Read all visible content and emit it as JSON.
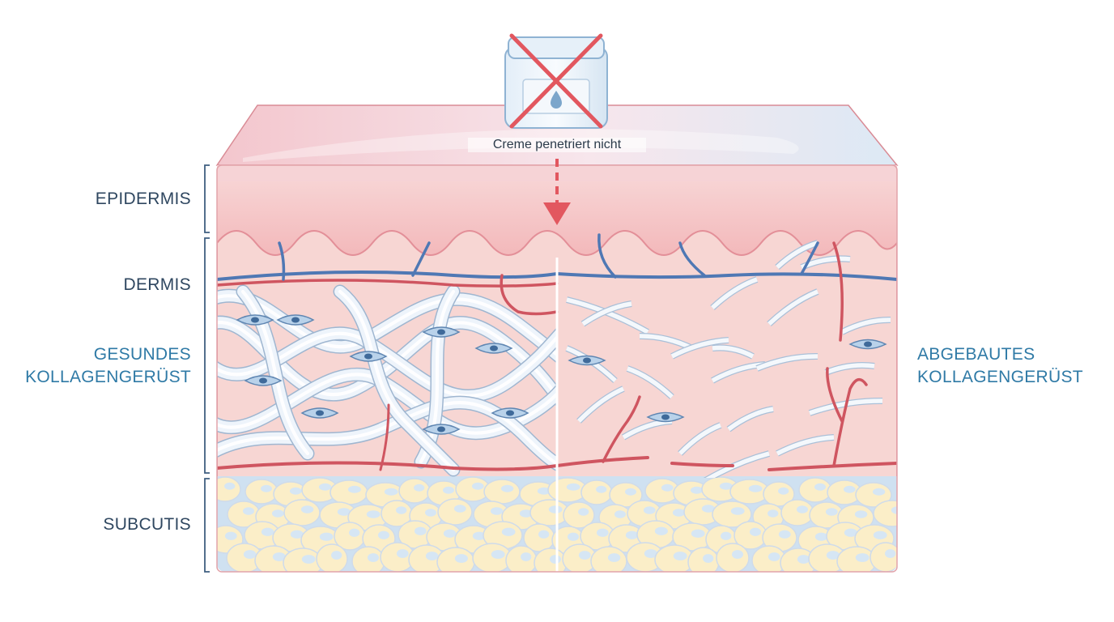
{
  "labels": {
    "epidermis": "EPIDERMIS",
    "dermis": "DERMIS",
    "healthy_line1": "GESUNDES",
    "healthy_line2": "KOLLAGENGERÜST",
    "degraded_line1": "ABGEBAUTES",
    "degraded_line2": "KOLLAGENGERÜST",
    "subcutis": "SUBCUTIS"
  },
  "cream_caption": "Creme penetriert nicht",
  "icons": [
    "cream-jar-icon",
    "cross-out-icon",
    "drop-icon",
    "arrow-down-icon"
  ],
  "colors": {
    "label_dark": "#2f4760",
    "label_teal": "#2f7aa6",
    "epidermis": "#f6c9c9",
    "dermis": "#f7d2d0",
    "subcutis_fat": "#fbedc6",
    "vessel_red": "#cf5560",
    "vessel_blue": "#4f78b4",
    "collagen": "#eef4fb",
    "cross_red": "#e2575f",
    "bracket": "#3f5f80"
  }
}
